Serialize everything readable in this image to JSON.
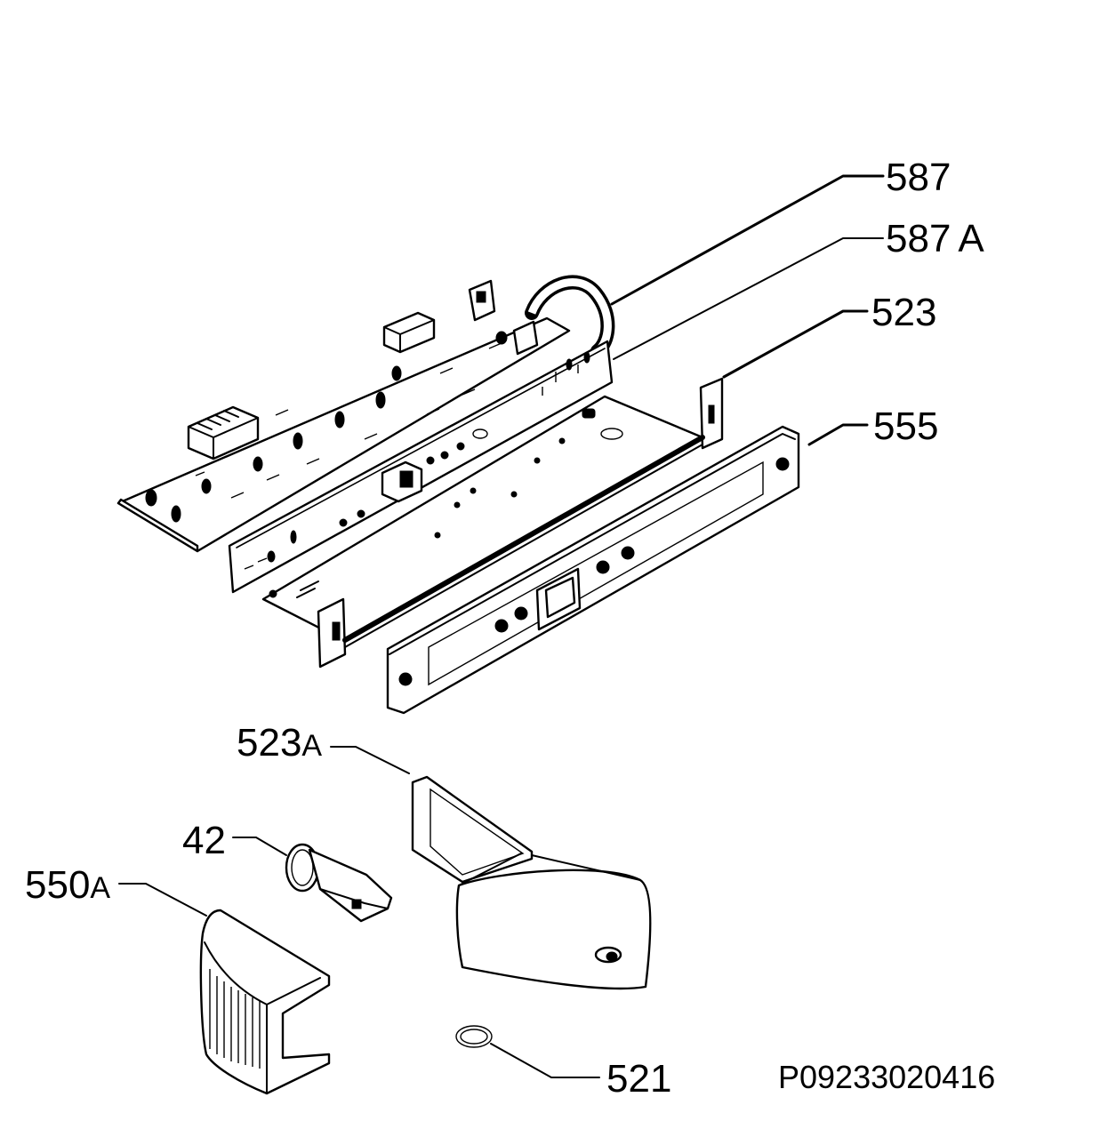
{
  "diagram": {
    "document_code": "P09233020416",
    "parts": [
      {
        "id": "pcb-main",
        "number": "587",
        "suffix": ""
      },
      {
        "id": "pcb-display",
        "number": "587",
        "suffix": "A"
      },
      {
        "id": "bracket",
        "number": "523",
        "suffix": ""
      },
      {
        "id": "fascia",
        "number": "555",
        "suffix": ""
      },
      {
        "id": "end-cap-right",
        "number": "523",
        "suffix": "A"
      },
      {
        "id": "knob",
        "number": "42",
        "suffix": ""
      },
      {
        "id": "end-cap-left",
        "number": "550",
        "suffix": "A"
      },
      {
        "id": "ring",
        "number": "521",
        "suffix": ""
      }
    ]
  }
}
